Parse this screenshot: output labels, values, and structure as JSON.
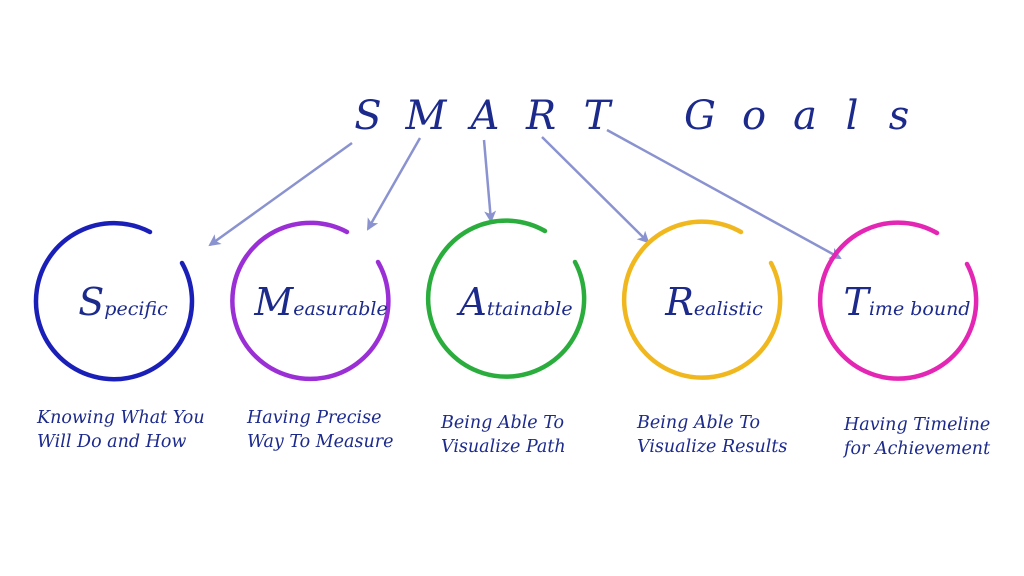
{
  "title": {
    "letters": [
      "S",
      "M",
      "A",
      "R",
      "T",
      "G",
      "o",
      "a",
      "l",
      "s"
    ]
  },
  "goals": [
    {
      "initial": "S",
      "rest": "pecific",
      "color": "#1a1fb8",
      "description": [
        "Knowing What You",
        "Will Do and How"
      ]
    },
    {
      "initial": "M",
      "rest": "easurable",
      "color": "#9b2fd6",
      "description": [
        "Having Precise",
        "Way To Measure"
      ]
    },
    {
      "initial": "A",
      "rest": "ttainable",
      "color": "#2aad3c",
      "description": [
        "Being Able To",
        "Visualize  Path"
      ]
    },
    {
      "initial": "R",
      "rest": "ealistic",
      "color": "#f0b81e",
      "description": [
        "Being Able To",
        "Visualize Results"
      ]
    },
    {
      "initial": "T",
      "rest": "ime bound",
      "color": "#e426b4",
      "description": [
        "Having Timeline",
        "for Achievement"
      ]
    }
  ],
  "colors": {
    "text": "#1c2a8c",
    "arrow": "#8a93d0"
  }
}
